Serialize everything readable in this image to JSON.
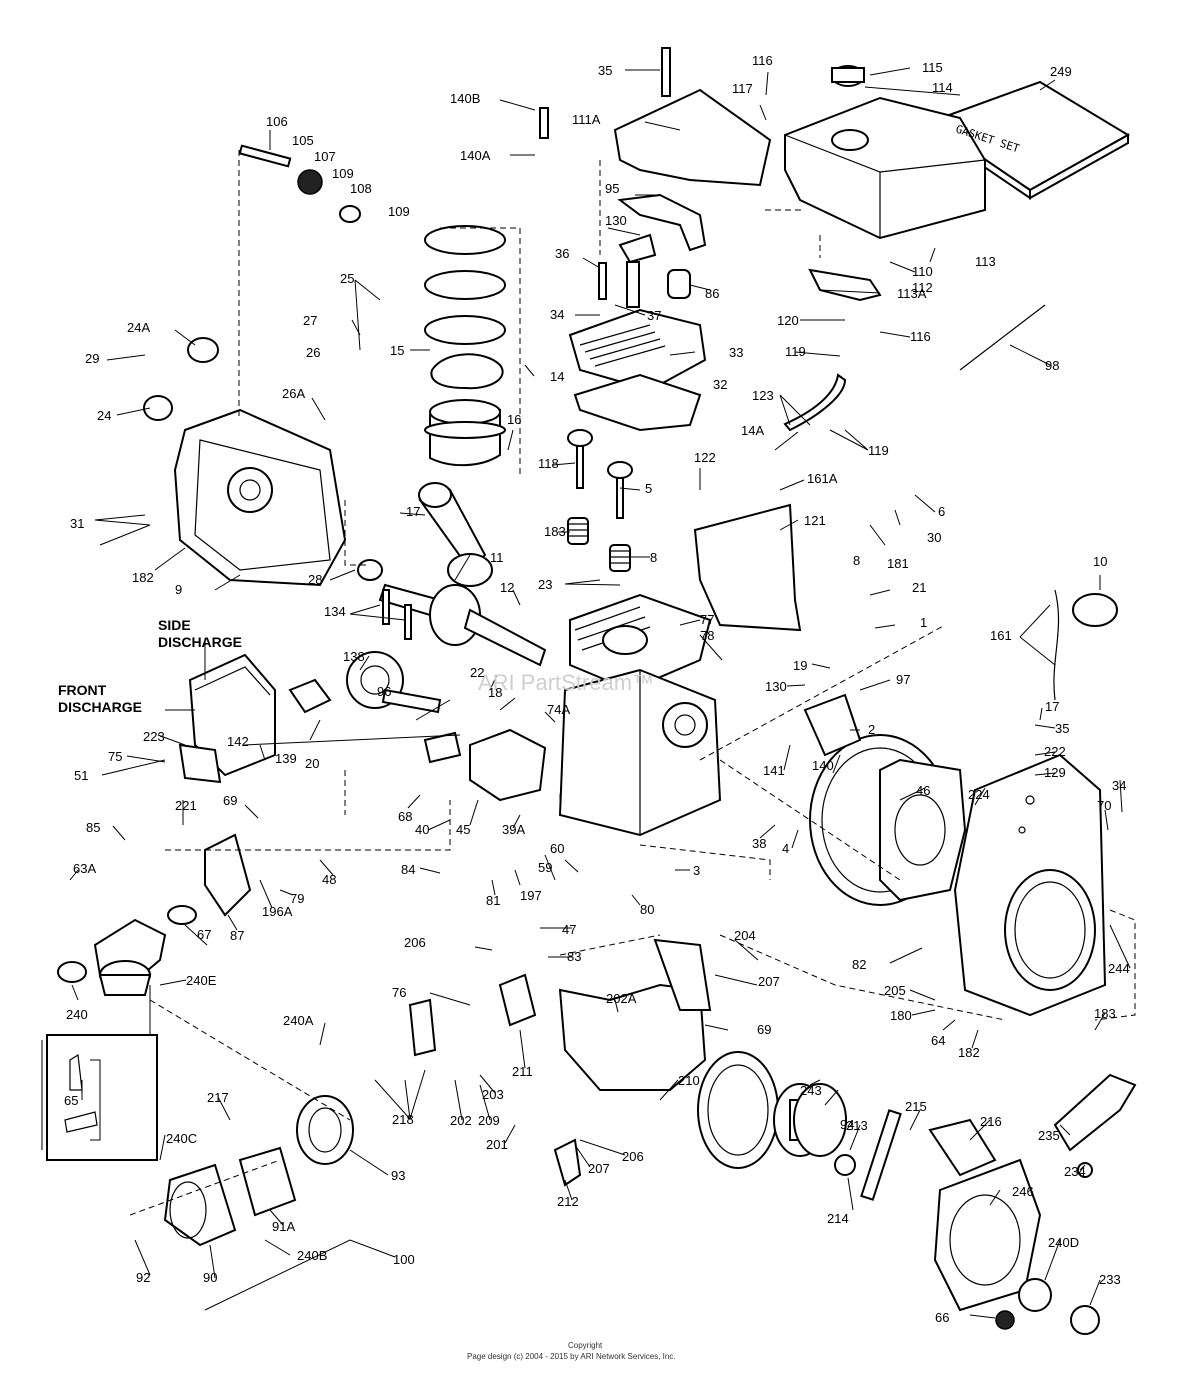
{
  "diagram": {
    "labels": {
      "side_discharge_1": "SIDE",
      "side_discharge_2": "DISCHARGE",
      "front_discharge_1": "FRONT",
      "front_discharge_2": "DISCHARGE",
      "gasket_set_text": "GASKET SET",
      "watermark": "ARI PartStream™"
    },
    "footer": {
      "line1": "Copyright",
      "line2": "Page design (c) 2004 - 2015 by ARI Network Services, Inc."
    },
    "callouts": [
      "35",
      "116",
      "115",
      "249",
      "140B",
      "117",
      "114",
      "111A",
      "140A",
      "106",
      "105",
      "107",
      "109",
      "108",
      "109",
      "95",
      "130",
      "36",
      "86",
      "113",
      "110",
      "113A",
      "112",
      "25",
      "34",
      "37",
      "120",
      "116",
      "24A",
      "27",
      "15",
      "33",
      "29",
      "26",
      "14",
      "32",
      "119",
      "98",
      "24",
      "26A",
      "16",
      "123",
      "14A",
      "119",
      "118",
      "5",
      "122",
      "161A",
      "6",
      "183",
      "30",
      "17",
      "121",
      "8",
      "181",
      "31",
      "11",
      "8",
      "182",
      "23",
      "9",
      "28",
      "12",
      "10",
      "134",
      "21",
      "77",
      "1",
      "78",
      "161",
      "138",
      "22",
      "19",
      "97",
      "130",
      "96",
      "18",
      "17",
      "35",
      "74A",
      "2",
      "223",
      "142",
      "20",
      "139",
      "141",
      "222",
      "75",
      "51",
      "140",
      "129",
      "34",
      "69",
      "46",
      "224",
      "70",
      "68",
      "40",
      "45",
      "39A",
      "38",
      "4",
      "221",
      "85",
      "48",
      "84",
      "59",
      "60",
      "3",
      "63A",
      "81",
      "197",
      "196A",
      "79",
      "80",
      "67",
      "87",
      "47",
      "206",
      "204",
      "83",
      "207",
      "82",
      "240E",
      "244",
      "240",
      "76",
      "202A",
      "205",
      "180",
      "69",
      "64",
      "182",
      "183",
      "240A",
      "211",
      "203",
      "210",
      "65",
      "243",
      "217",
      "94",
      "218",
      "202",
      "209",
      "215",
      "216",
      "213",
      "235",
      "201",
      "206",
      "240C",
      "207",
      "93",
      "212",
      "234",
      "214",
      "91A",
      "246",
      "240D",
      "233",
      "92",
      "90",
      "240B",
      "100",
      "66"
    ]
  }
}
